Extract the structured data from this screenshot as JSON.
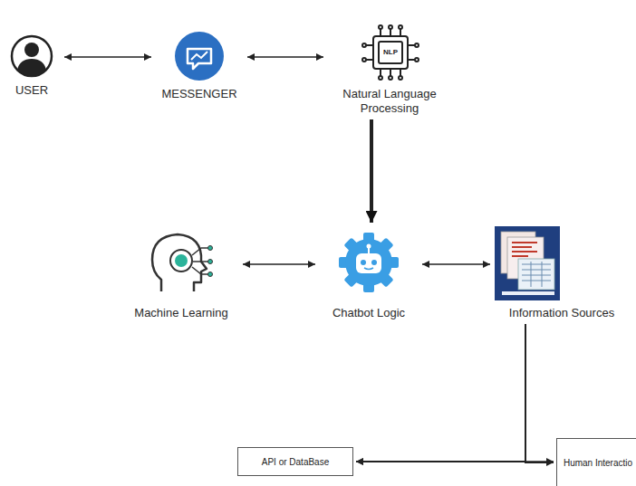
{
  "diagram": {
    "nodes": [
      {
        "text": [
          "USER"
        ]
      },
      {
        "text": [
          "MESSENGER"
        ]
      },
      {
        "text": [
          "Natural Language Processing"
        ]
      },
      {
        "text": [
          "Machine Learning"
        ]
      },
      {
        "text": [
          "Chatbot Logic"
        ]
      },
      {
        "text": [
          "Information Sources"
        ]
      },
      {
        "text": [
          "API or DataBase"
        ]
      },
      {
        "text": [
          "Human Interactio"
        ]
      }
    ],
    "edges": [
      {
        "from": 0,
        "to": 1,
        "arrow": "both"
      },
      {
        "from": 1,
        "to": 2,
        "arrow": "both"
      },
      {
        "from": 2,
        "to": 4,
        "arrow": "to"
      },
      {
        "from": 3,
        "to": 4,
        "arrow": "both"
      },
      {
        "from": 4,
        "to": 5,
        "arrow": "both"
      },
      {
        "from": 5,
        "to": 6,
        "arrow": "to"
      },
      {
        "from": 5,
        "to": 7,
        "arrow": "to"
      },
      {
        "from": 6,
        "to": 7,
        "arrow": "both"
      }
    ],
    "labels": [
      "NLP"
    ]
  }
}
